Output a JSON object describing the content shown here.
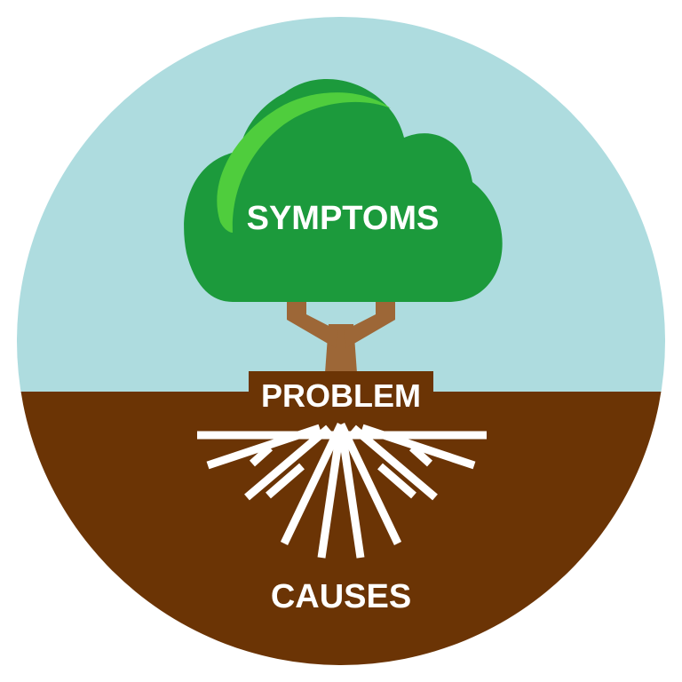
{
  "labels": {
    "symptoms": "SYMPTOMS",
    "problem": "PROBLEM",
    "causes": "CAUSES"
  },
  "colors": {
    "sky": "#aedcdf",
    "soil": "#6b3405",
    "canopy": "#1c9a3c",
    "canopy_highlight": "#4fcd3d",
    "trunk": "#9d6737",
    "text": "#ffffff"
  }
}
